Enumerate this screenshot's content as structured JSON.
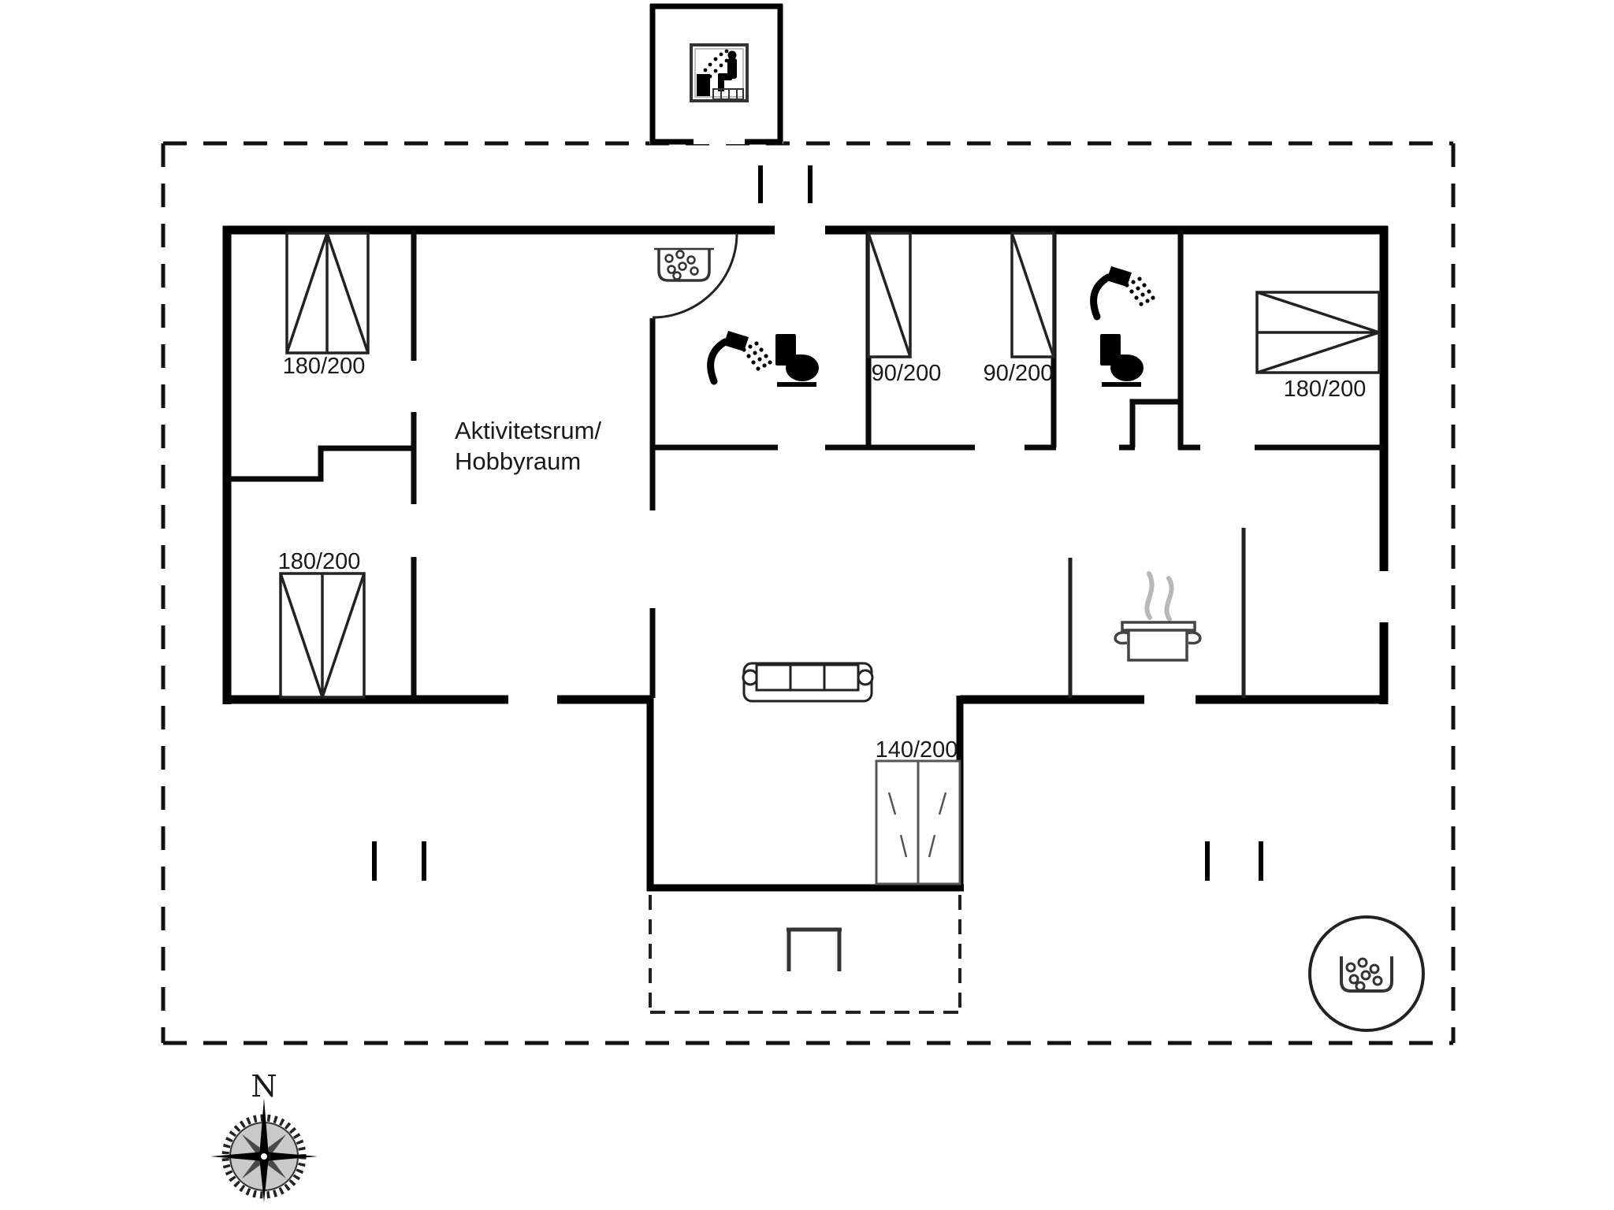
{
  "plan": {
    "type": "floor-plan",
    "room_label": {
      "line1": "Aktivitetsrum/",
      "line2": "Hobbyraum"
    },
    "beds": {
      "top_left": "180/200",
      "bottom_left": "180/200",
      "small_left": "90/200",
      "small_right": "90/200",
      "right": "180/200"
    },
    "terrace_door": "140/200",
    "compass": {
      "north": "N"
    },
    "icons": [
      "sauna-icon",
      "washbasin-icon",
      "shower-icon",
      "toilet-icon",
      "cooking-pot-icon",
      "sofa-icon",
      "bench-icon",
      "whirlpool-icon",
      "compass-rose-icon",
      "roof-post-icon",
      "door-swing-arc"
    ],
    "colors": {
      "walls": "#000000",
      "furniture": "#222222",
      "door_frame": "#555555",
      "steam": "#b8b8b8",
      "text": "#1a1a1a",
      "background": "#ffffff"
    }
  }
}
